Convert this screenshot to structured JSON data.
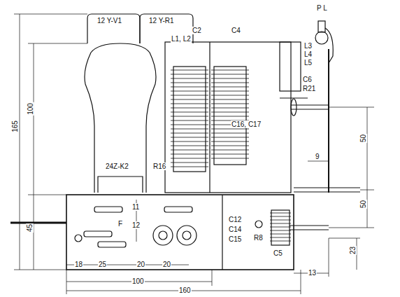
{
  "diagram": {
    "labels": [
      "12 Y-V1",
      "12 Y-R1",
      "L1, L2",
      "C2",
      "C4",
      "L3",
      "L4",
      "L5",
      "P L",
      "C6",
      "R21",
      "C16, C17",
      "R16",
      "24Z-K2",
      "F",
      "C12",
      "C14",
      "C15",
      "R8",
      "C5",
      "165",
      "100",
      "45",
      "50",
      "50",
      "23",
      "9",
      "12",
      "11",
      "18",
      "25",
      "20",
      "20",
      "100",
      "160",
      "13"
    ]
  }
}
